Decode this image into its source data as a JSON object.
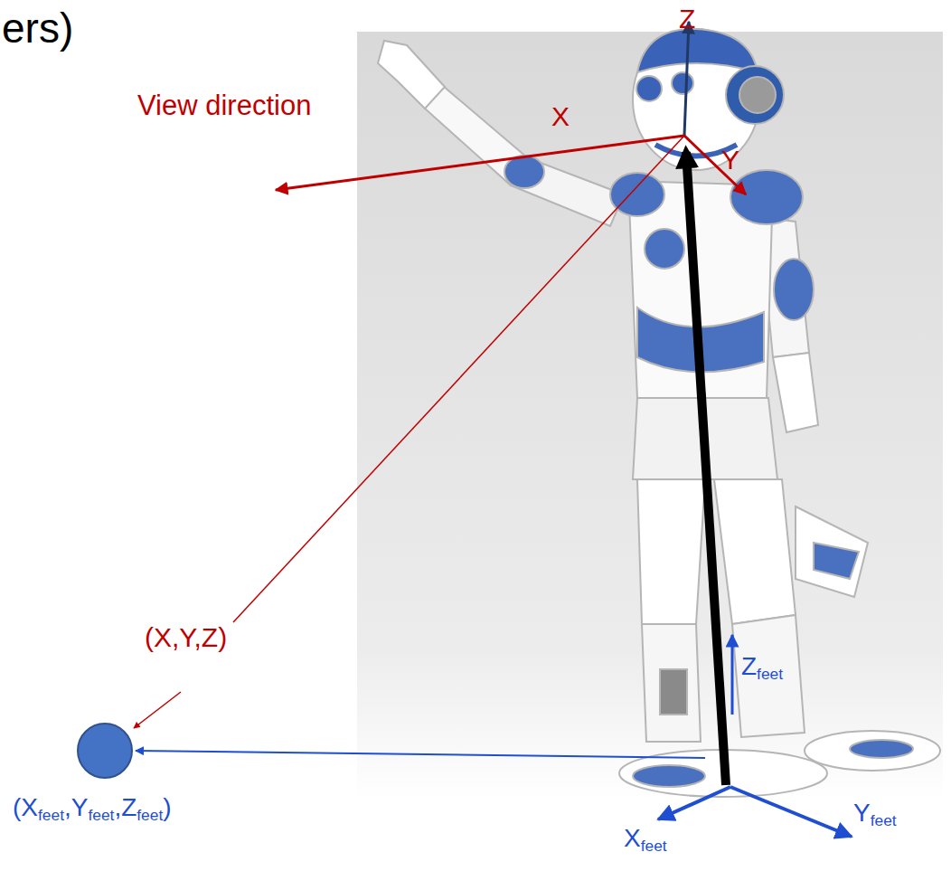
{
  "diagram": {
    "title": "ers)",
    "labels": [
      "Z",
      "View direction",
      "X",
      "Y",
      "(X,Y,Z)",
      "Zfeet",
      "(Xfeet,Yfeet,Zfeet)",
      "Xfeet",
      "Yfeet"
    ]
  }
}
